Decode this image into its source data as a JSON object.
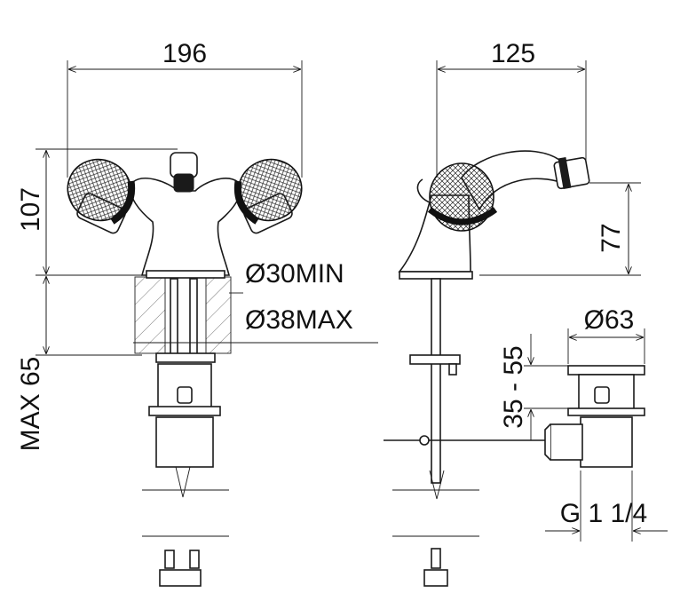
{
  "dimensions": {
    "front_width": "196",
    "front_height": "107",
    "deck_thickness": "MAX 65",
    "hole_min": "Ø30MIN",
    "hole_max": "Ø38MAX",
    "side_depth": "125",
    "spout_height": "77",
    "waste_diameter": "Ø63",
    "waste_range": "35 - 55",
    "waste_thread": "G 1 1/4"
  }
}
